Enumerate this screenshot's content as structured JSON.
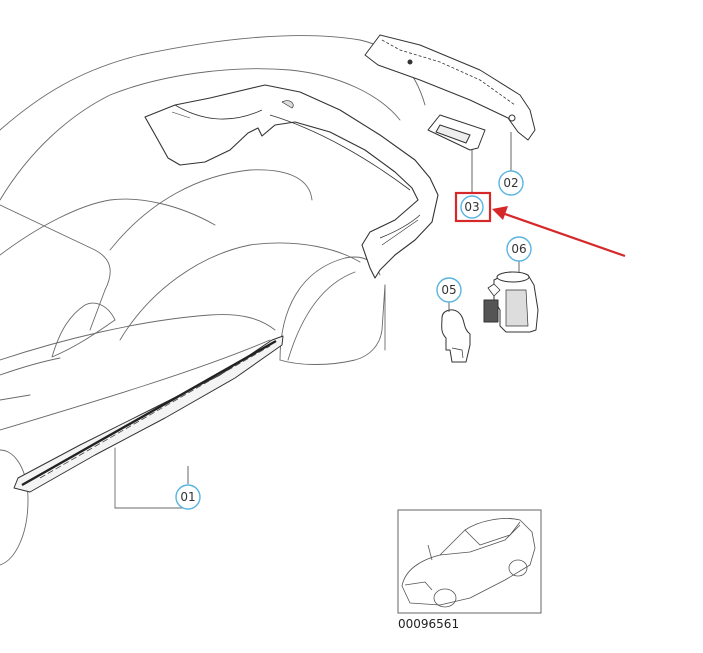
{
  "callouts": [
    {
      "label": "01"
    },
    {
      "label": "02"
    },
    {
      "label": "03"
    },
    {
      "label": "05"
    },
    {
      "label": "06"
    }
  ],
  "highlighted_callout": "03",
  "reference_number": "00096561",
  "colors": {
    "line": "#555555",
    "callout_border": "#5ab4e0",
    "highlight": "#d62828",
    "background": "#ffffff"
  }
}
